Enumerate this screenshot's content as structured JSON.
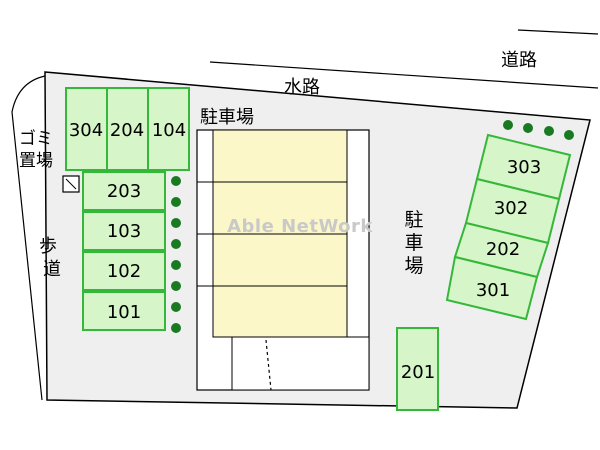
{
  "labels": {
    "road": "道路",
    "waterway": "水路",
    "parking_top": "駐車場",
    "parking_right": [
      "駐",
      "車",
      "場"
    ],
    "garbage": [
      "ゴミ",
      "置場"
    ],
    "sidewalk": [
      "歩",
      "道"
    ]
  },
  "watermark": "Able NetWork",
  "parking_spaces": {
    "top_row": [
      "304",
      "204",
      "104"
    ],
    "left_column": [
      "203",
      "103",
      "102",
      "101"
    ],
    "right_diagonal": [
      "303",
      "302",
      "202",
      "301"
    ],
    "bottom_single": "201"
  },
  "colors": {
    "parking_fill": "#d6f5c8",
    "parking_stroke": "#35b83a",
    "building_fill": "#fbf7c9",
    "lot_fill": "#efefef",
    "tree": "#1a7a22"
  }
}
